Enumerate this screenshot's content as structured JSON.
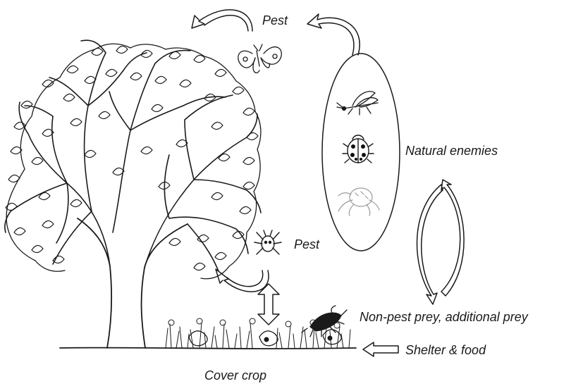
{
  "labels": {
    "pest_top": "Pest",
    "natural_enemies": "Natural enemies",
    "pest_middle": "Pest",
    "non_pest_prey": "Non-pest prey, additional prey",
    "shelter_food": "Shelter & food",
    "cover_crop": "Cover crop"
  },
  "colors": {
    "ink": "#1a1a1a",
    "ladybird_spots": "#111111",
    "mite": "#9a9a9a"
  },
  "icons": [
    "butterfly-icon",
    "lacewing-icon",
    "ladybird-icon",
    "predatory-mite-icon",
    "spider-mite-icon",
    "ground-beetle-icon"
  ]
}
